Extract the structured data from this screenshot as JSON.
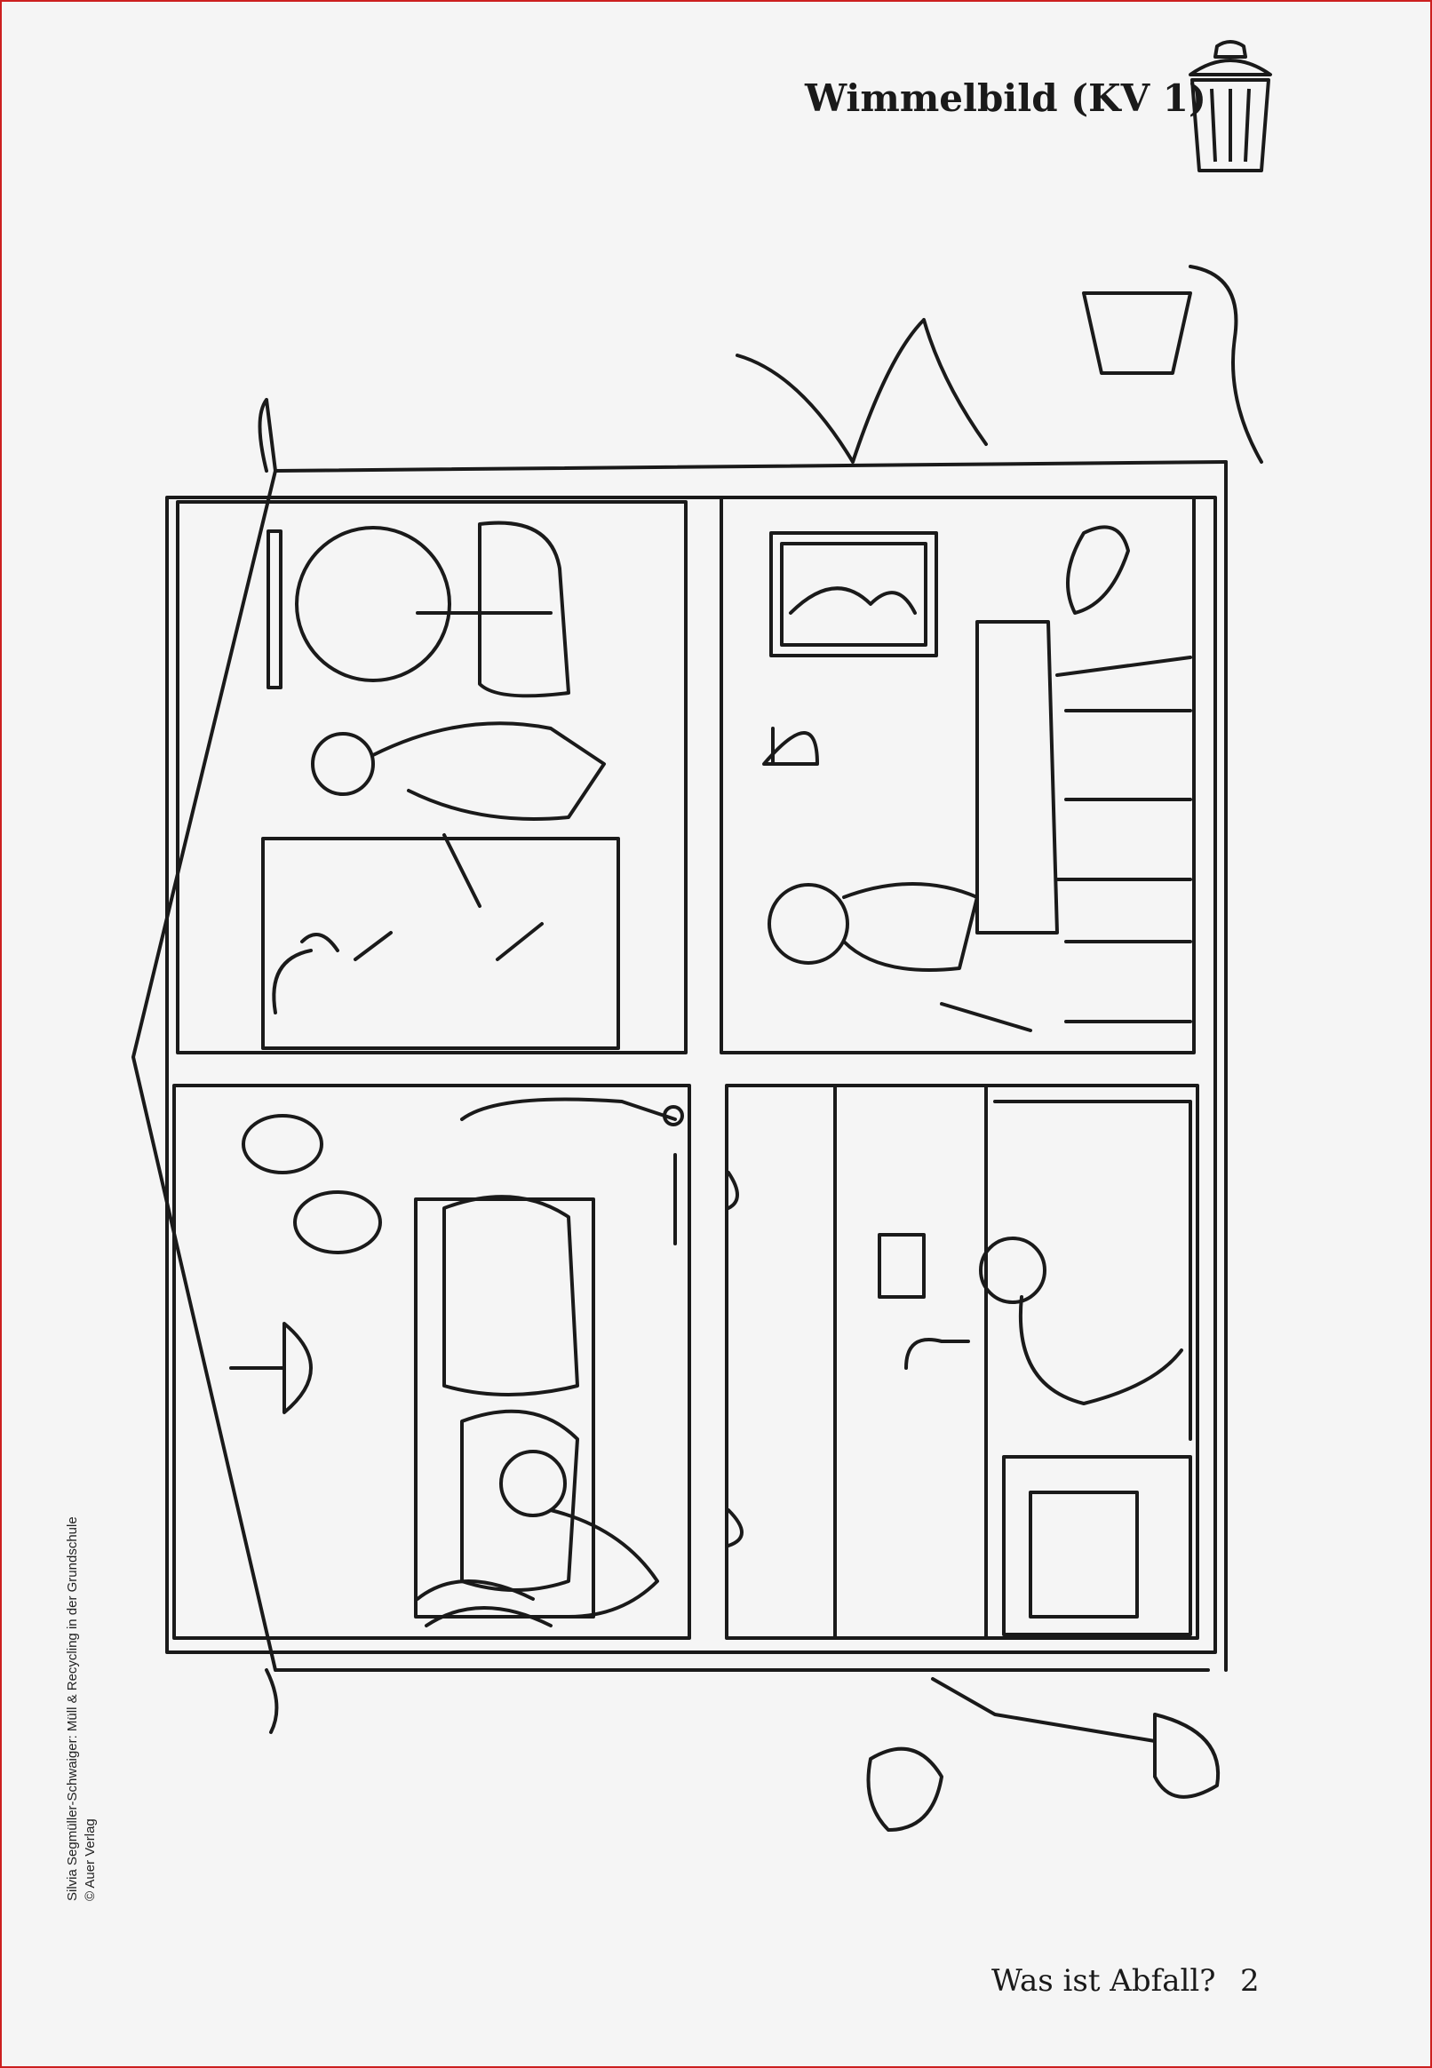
{
  "header": {
    "title": "Wimmelbild (KV 1)"
  },
  "credit": {
    "line1": "Silvia Segmüller-Schwaiger: Müll & Recycling in der Grundschule",
    "line2": "© Auer Verlag"
  },
  "footer": {
    "section_title": "Was ist Abfall?",
    "page_number": "2"
  },
  "colors": {
    "border": "#cc1f1f",
    "ink": "#1a1a1a",
    "paper": "#f5f5f5"
  },
  "icons": [
    "trash-can-icon"
  ]
}
